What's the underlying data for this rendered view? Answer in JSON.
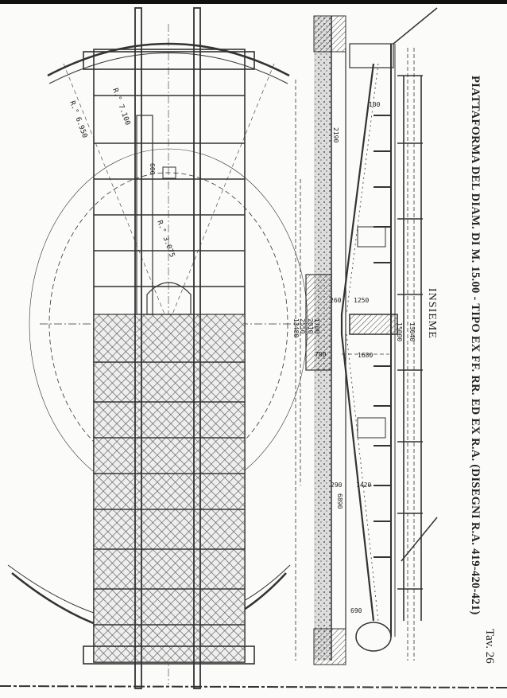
{
  "sheet": {
    "title": "PIATTAFORMA DEL DIAM. DI M. 15.00 - TIPO EX FF. RR. ED EX R.A. (DISEGNI R.A. 419-420-421)",
    "subtitle": "INSIEME",
    "plate": "Tav. 26"
  },
  "plan_view": {
    "radius_labels": [
      "R.° 6.950",
      "R.° 7.100",
      "R.° 3.075"
    ],
    "dimension_labels": [
      "600"
    ]
  },
  "section_view": {
    "dimension_labels": [
      "100",
      "2190",
      "1250",
      "15040",
      "15000",
      "2550",
      "13480",
      "2010",
      "1700",
      "700",
      "1680",
      "290",
      "1420",
      "6890",
      "690",
      "260"
    ]
  },
  "colors": {
    "ink": "#222222",
    "paper": "#fbfbfa"
  }
}
